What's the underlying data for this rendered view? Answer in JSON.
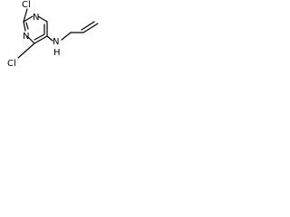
{
  "structure": {
    "atoms": {
      "cl_top": "Cl",
      "cl_left": "Cl",
      "n_ring_top": "N",
      "n_ring_right": "N",
      "n_amine": "N",
      "h_amine": "H"
    },
    "colors": {
      "bond": "#000000",
      "text": "#000000",
      "background": "#ffffff"
    }
  }
}
